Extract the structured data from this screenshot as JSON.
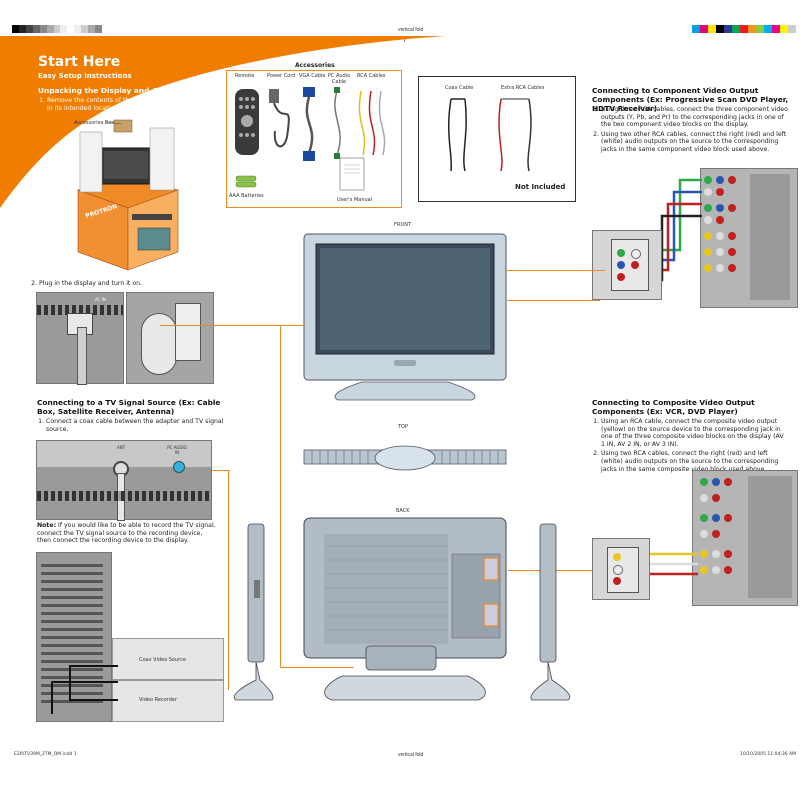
{
  "header": {
    "vertical_fold_top": "vertical fold",
    "vertical_fold_bottom": "vertical fold",
    "color_bars_left": [
      "#000000",
      "#222222",
      "#444444",
      "#666666",
      "#888888",
      "#aaaaaa",
      "#cccccc",
      "#eeeeee",
      "#ffffff",
      "#eeeeee",
      "#cccccc",
      "#aaaaaa",
      "#888888"
    ],
    "color_bars_right": [
      "#00a0e0",
      "#e0007a",
      "#ffe600",
      "#000000",
      "#2b3990",
      "#00a651",
      "#ed1c24",
      "#f7941d",
      "#8dc63f",
      "#00aeef",
      "#ec008c",
      "#fff200",
      "#cccccc"
    ]
  },
  "banner": {
    "title": "Start Here",
    "subtitle": "Easy Setup Instructions",
    "color": "#f07d00"
  },
  "unpacking": {
    "heading": "Unpacking the Display and Accessories",
    "step1": "Remove the contents of the box and place the display in its intended location.",
    "callout": "Accessories Box",
    "box_brand": "PROTRON",
    "step2": "Plug in the display and turn it on.",
    "panel_label": "AC IN"
  },
  "accessories": {
    "title": "Accessories",
    "items": [
      "Remote",
      "Power Cord",
      "VGA Cable",
      "PC Audio Cable",
      "RCA Cables"
    ],
    "batteries": "AAA Batteries",
    "manual": "User's Manual"
  },
  "not_included": {
    "items": [
      "Coax Cable",
      "Extra RCA Cables"
    ],
    "label": "Not Included"
  },
  "component": {
    "heading": "Connecting to Component Video Output Components (Ex: Progressive Scan DVD Player, HDTV Receiver)",
    "steps": [
      "Using three RCA cables, connect the three component video outputs (Y, Pb, and Pr) to the corresponding jacks in one of the two component video blocks on the display.",
      "Using two other RCA cables, connect the right (red) and left (white) audio outputs on the source to the corresponding jacks in the same component video block used above."
    ]
  },
  "views": {
    "front": "FRONT",
    "top": "TOP",
    "back": "BACK"
  },
  "tv_signal": {
    "heading": "Connecting to a TV Signal Source (Ex: Cable Box, Satellite Receiver, Antenna)",
    "step1": "Connect a coax cable between the adapter and TV signal source.",
    "ant_label": "ANT",
    "pc_label": "PC AUDIO IN",
    "note_label": "Note:",
    "note": "If you would like to be able to record the TV signal, connect the TV signal source to the recording device, then connect the recording device to the display.",
    "source_label": "Coax Video Source",
    "recorder_label": "Video Recorder"
  },
  "composite": {
    "heading": "Connecting to Composite Video Output Components (Ex: VCR, DVD Player)",
    "steps": [
      "Using an RCA cable, connect the composite video output (yellow) on the source device to the corresponding jack in one of the three composite video blocks on the display (AV 1 IN, AV 2 IN, or AV 3 IN).",
      "Using two RCA cables, connect the right (red) and left (white) audio outputs on the source to the corresponding jacks in the same composite video block used above."
    ]
  },
  "footer": {
    "file": "E2PLTV39M_2TM_QM.indd 1",
    "date": "10/10/2005 11:04:36 AM"
  }
}
